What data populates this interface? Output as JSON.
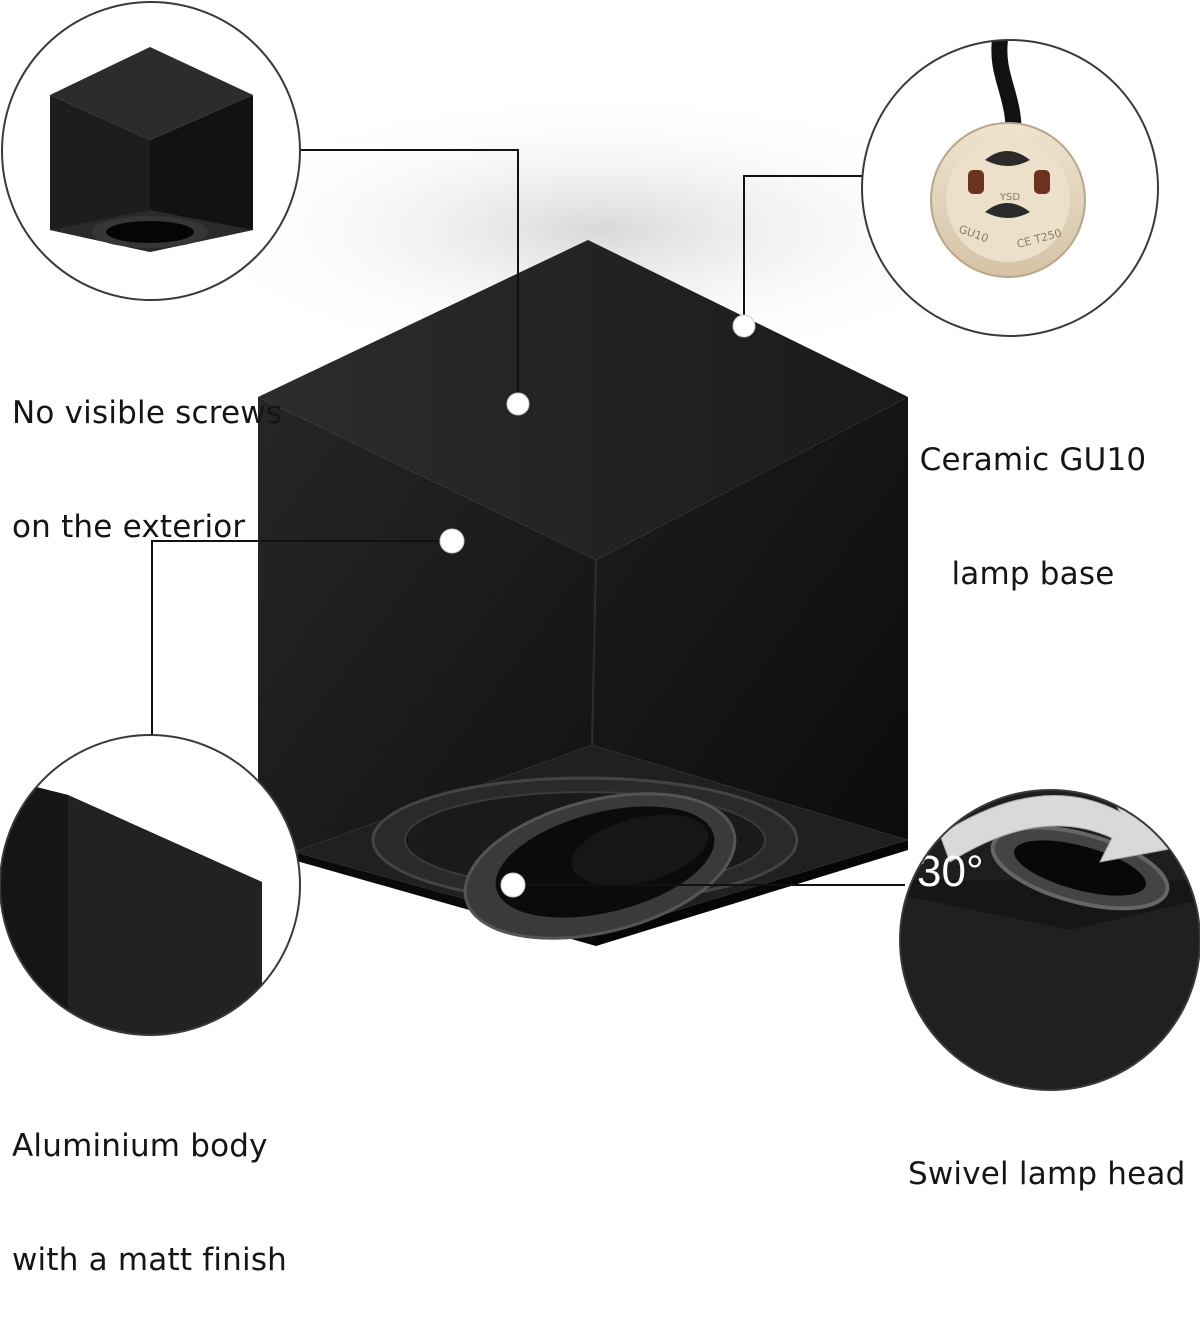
{
  "features": {
    "screws": {
      "line1": "No visible screws",
      "line2": "on the exterior"
    },
    "ceramic": {
      "line1": "Ceramic GU10",
      "line2": "lamp base"
    },
    "aluminium": {
      "line1": "Aluminium body",
      "line2": "with a matt finish"
    },
    "swivel": {
      "line1": "Swivel lamp head",
      "angle": "30°"
    }
  },
  "socket_marks": {
    "brand": "YSD",
    "type": "GU10",
    "cert": "CE T250"
  },
  "colors": {
    "body": "#1c1c1c",
    "accent_line": "#111111",
    "marker": "#ffffff",
    "circle_border": "#3a3a3a"
  }
}
